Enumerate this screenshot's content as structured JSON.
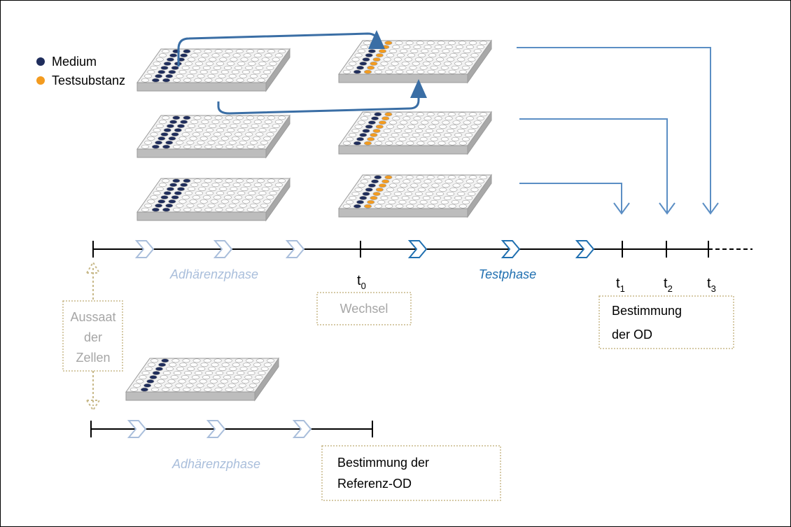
{
  "legend": [
    {
      "label": "Medium",
      "color": "#1f2d5c"
    },
    {
      "label": "Testsubstanz",
      "color": "#f39b1f"
    }
  ],
  "main_timeline": {
    "phase1_label": "Adhärenzphase",
    "phase1_color": "#a9bedb",
    "phase2_label": "Testphase",
    "phase2_color": "#1f6fb0",
    "ticks": [
      {
        "base": "t",
        "sub": "0"
      },
      {
        "base": "t",
        "sub": "1"
      },
      {
        "base": "t",
        "sub": "2"
      },
      {
        "base": "t",
        "sub": "3"
      }
    ]
  },
  "reference_timeline": {
    "phase_label": "Adhärenzphase"
  },
  "boxes": {
    "seeding": [
      "Aussaat",
      "der",
      "Zellen"
    ],
    "change": "Wechsel",
    "measurement": [
      "Bestimmung",
      "der OD"
    ],
    "reference": [
      "Bestimmung der",
      "Referenz-OD"
    ]
  },
  "colors": {
    "plate_face": "#f2f2f2",
    "plate_edge": "#9a9a9a",
    "connector": "#3a6ea5",
    "arrow_light": "#5b8ec4",
    "box_border": "#c8b98a"
  }
}
